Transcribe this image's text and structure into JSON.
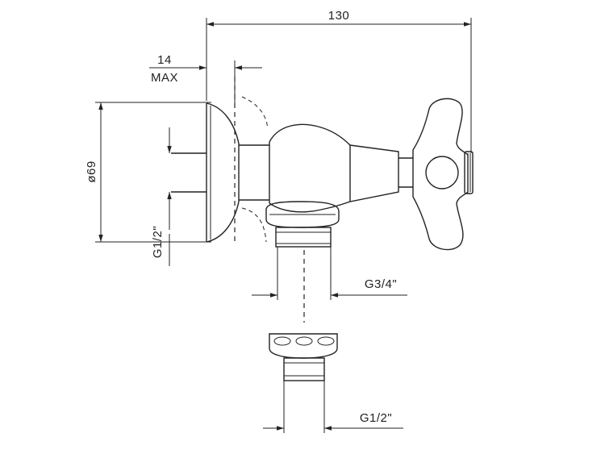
{
  "dimensions": {
    "overall_length": "130",
    "wall_depth_value": "14",
    "wall_depth_note": "MAX",
    "flange_diameter": "ø69",
    "inlet_thread": "G1/2\"",
    "outlet_thread": "G3/4\"",
    "adapter_thread": "G1/2\""
  },
  "colors": {
    "line": "#222222",
    "background": "#ffffff"
  }
}
